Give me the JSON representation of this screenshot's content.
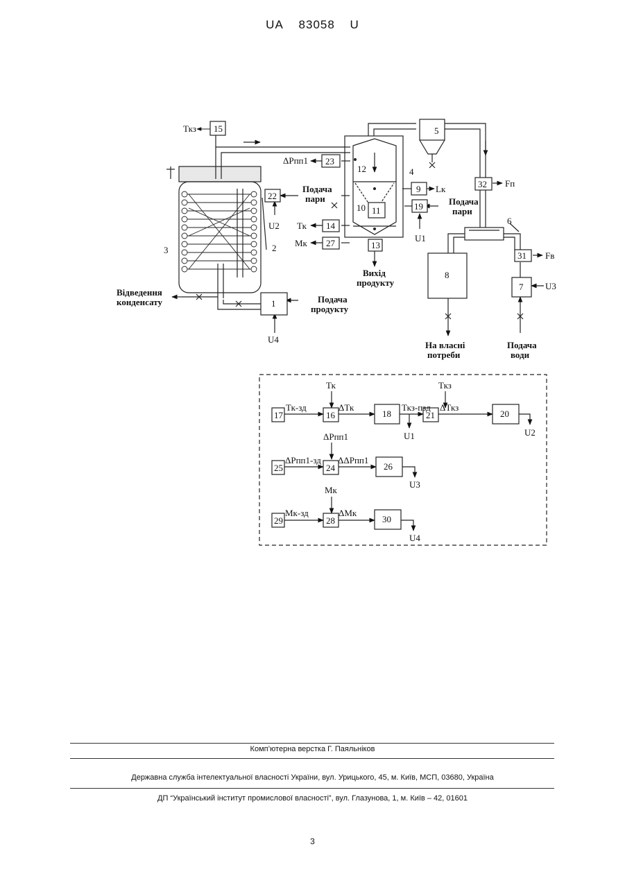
{
  "header": {
    "country": "UA",
    "number": "83058",
    "kind": "U"
  },
  "diagram": {
    "top": {
      "tkz_out": "Ткз",
      "b15": "15",
      "dp_out": "ΔPпп1",
      "b23": "23",
      "n12": "12",
      "steam_left_1": "Подача",
      "steam_left_2": "пари",
      "b22": "22",
      "u2": "U2",
      "n4": "4",
      "n5": "5",
      "b9": "9",
      "lk": "Lк",
      "n10": "10",
      "b11": "11",
      "b19": "19",
      "steam_right_1": "Подача",
      "steam_right_2": "пари",
      "u1": "U1",
      "tk_out": "Тк",
      "b14": "14",
      "mk_out": "Мк",
      "b27": "27",
      "b13": "13",
      "prod_out_1": "Вихід",
      "prod_out_2": "продукту",
      "n3": "3",
      "n2": "2",
      "cond_1": "Відведення",
      "cond_2": "конденсату",
      "b1": "1",
      "prod_in_1": "Подача",
      "prod_in_2": "продукту",
      "u4": "U4",
      "b32": "32",
      "fp": "Fп",
      "n6": "6",
      "b8": "8",
      "b31": "31",
      "fv": "Fв",
      "b7": "7",
      "u3": "U3",
      "own_1": "На власні",
      "own_2": "потреби",
      "water_1": "Подача",
      "water_2": "води"
    },
    "control": {
      "tk_in": "Тк",
      "tkz_in": "Ткз",
      "b17": "17",
      "tk_zd": "Тк-зд",
      "b16": "16",
      "dtk": "ΔТк",
      "b18": "18",
      "tkz_pzd": "Ткз-пзд",
      "u1": "U1",
      "b21": "21",
      "dtkz": "ΔТкз",
      "b20": "20",
      "u2": "U2",
      "dp_in": "ΔРпп1",
      "b25": "25",
      "dp_zd": "ΔРпп1-зд",
      "b24": "24",
      "ddp": "ΔΔРпп1",
      "b26": "26",
      "u3": "U3",
      "mk_in": "Мк",
      "b29": "29",
      "mk_zd": "Мк-зд",
      "b28": "28",
      "dmk": "ΔМк",
      "b30": "30",
      "u4": "U4"
    }
  },
  "footer": {
    "layout": "Комп’ютерна верстка Г. Паяльніков",
    "service": "Державна служба інтелектуальної власності України, вул. Урицького, 45, м. Київ, МСП, 03680, Україна",
    "institute": "ДП “Український інститут промислової власності”, вул. Глазунова, 1, м. Київ – 42, 01601",
    "page": "3"
  }
}
